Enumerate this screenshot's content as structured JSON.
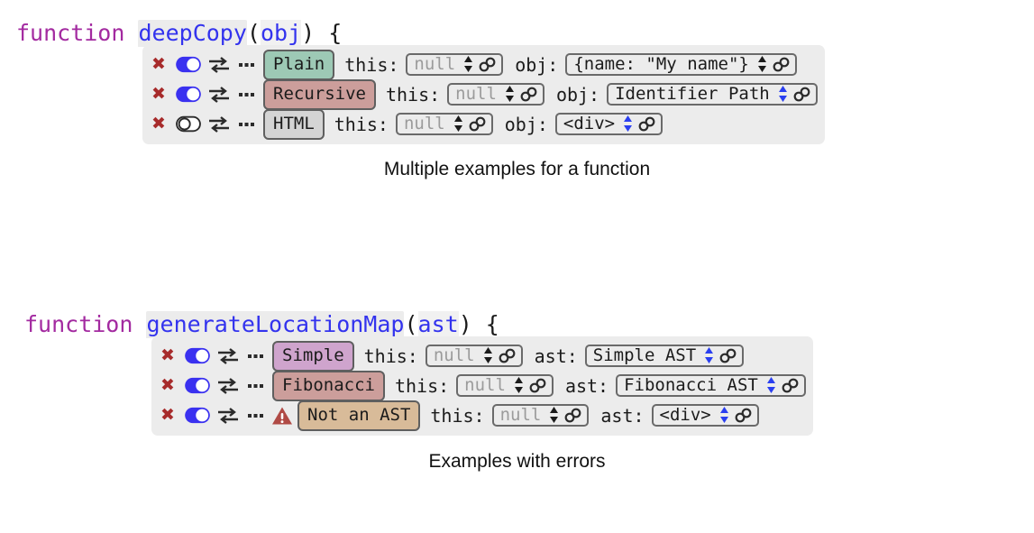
{
  "colors": {
    "keyword": "#a32aa0",
    "identifier": "#3333ee",
    "panel_bg": "#ececec",
    "close_red": "#a72b2b",
    "toggle_on": "#3a31f0",
    "warn_red": "#b04a45",
    "spinner_blue": "#2a3ff0",
    "placeholder_gray": "#9b9b9b"
  },
  "blocks": [
    {
      "signature": {
        "keyword": "function",
        "space": " ",
        "name": "deepCopy",
        "open_paren": "(",
        "params": "obj",
        "close_paren": ")",
        "brace": " {"
      },
      "rows": [
        {
          "close_icon": "✖",
          "toggle_state": "on",
          "swap_icon": "swap-icon",
          "more_icon": "more-icon",
          "warning": false,
          "chip": {
            "label": "Plain",
            "bg": "#9dc9b5"
          },
          "fields": [
            {
              "arg": "this:",
              "value": "null",
              "placeholder": true,
              "spinner": "black"
            },
            {
              "arg": "obj:",
              "value": "{name: \"My name\"}",
              "placeholder": false,
              "spinner": "black"
            }
          ]
        },
        {
          "close_icon": "✖",
          "toggle_state": "on",
          "swap_icon": "swap-icon",
          "more_icon": "more-icon",
          "warning": false,
          "chip": {
            "label": "Recursive",
            "bg": "#cc9e9b"
          },
          "fields": [
            {
              "arg": "this:",
              "value": "null",
              "placeholder": true,
              "spinner": "black"
            },
            {
              "arg": "obj:",
              "value": "Identifier Path",
              "placeholder": false,
              "spinner": "blue"
            }
          ]
        },
        {
          "close_icon": "✖",
          "toggle_state": "off",
          "swap_icon": "swap-icon",
          "more_icon": "more-icon",
          "warning": false,
          "chip": {
            "label": "HTML",
            "bg": "#d4d4d4"
          },
          "fields": [
            {
              "arg": "this:",
              "value": "null",
              "placeholder": true,
              "spinner": "black"
            },
            {
              "arg": "obj:",
              "value": "<div>",
              "placeholder": false,
              "spinner": "blue"
            }
          ]
        }
      ],
      "caption": "Multiple examples for a function"
    },
    {
      "signature": {
        "keyword": "function",
        "space": " ",
        "name": "generateLocationMap",
        "open_paren": "(",
        "params": "ast",
        "close_paren": ")",
        "brace": " {"
      },
      "rows": [
        {
          "close_icon": "✖",
          "toggle_state": "on",
          "swap_icon": "swap-icon",
          "more_icon": "more-icon",
          "warning": false,
          "chip": {
            "label": "Simple",
            "bg": "#cfa4cd"
          },
          "fields": [
            {
              "arg": "this:",
              "value": "null",
              "placeholder": true,
              "spinner": "black"
            },
            {
              "arg": "ast:",
              "value": "Simple AST",
              "placeholder": false,
              "spinner": "blue"
            }
          ]
        },
        {
          "close_icon": "✖",
          "toggle_state": "on",
          "swap_icon": "swap-icon",
          "more_icon": "more-icon",
          "warning": false,
          "chip": {
            "label": "Fibonacci",
            "bg": "#cc9e9b"
          },
          "fields": [
            {
              "arg": "this:",
              "value": "null",
              "placeholder": true,
              "spinner": "black"
            },
            {
              "arg": "ast:",
              "value": "Fibonacci AST",
              "placeholder": false,
              "spinner": "blue"
            }
          ]
        },
        {
          "close_icon": "✖",
          "toggle_state": "on",
          "swap_icon": "swap-icon",
          "more_icon": "more-icon",
          "warning": true,
          "warning_icon": "warning-triangle-icon",
          "chip": {
            "label": "Not an AST",
            "bg": "#d8bb99"
          },
          "fields": [
            {
              "arg": "this:",
              "value": "null",
              "placeholder": true,
              "spinner": "black"
            },
            {
              "arg": "ast:",
              "value": "<div>",
              "placeholder": false,
              "spinner": "blue"
            }
          ]
        }
      ],
      "caption": "Examples with errors"
    }
  ]
}
